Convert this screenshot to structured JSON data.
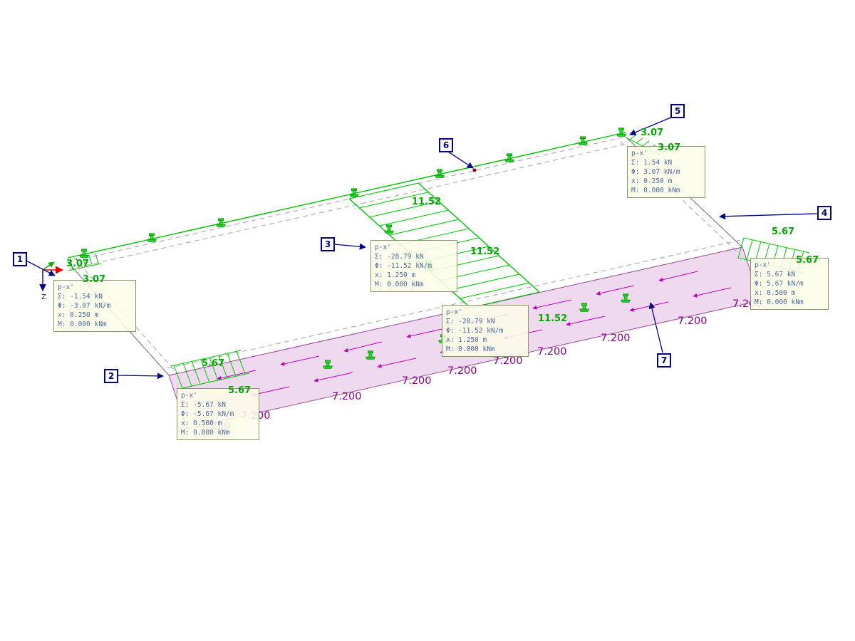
{
  "viewport": {
    "background": "#ffffff"
  },
  "axis": {
    "z_label": "Z"
  },
  "node_labels": [
    {
      "id": "1"
    },
    {
      "id": "2"
    },
    {
      "id": "3"
    },
    {
      "id": "4"
    },
    {
      "id": "5"
    },
    {
      "id": "6"
    },
    {
      "id": "7"
    }
  ],
  "green_load_labels": [
    {
      "text": "3.07"
    },
    {
      "text": "3.07"
    },
    {
      "text": "11.52"
    },
    {
      "text": "11.52"
    },
    {
      "text": "11.52"
    },
    {
      "text": "5.67"
    },
    {
      "text": "5.67"
    },
    {
      "text": "3.07"
    },
    {
      "text": "3.07"
    },
    {
      "text": "5.67"
    },
    {
      "text": "5.67"
    }
  ],
  "purple_load_labels": [
    {
      "text": "7.200"
    },
    {
      "text": "7.200"
    },
    {
      "text": "7.200"
    },
    {
      "text": "7.200"
    },
    {
      "text": "7.200"
    },
    {
      "text": "7.200"
    },
    {
      "text": "7.200"
    },
    {
      "text": "7.200"
    },
    {
      "text": "7.200"
    },
    {
      "text": "7.200"
    }
  ],
  "info_boxes": [
    {
      "line1": "p-x'",
      "line2": "Σ: -1.54 kN",
      "line3": "Φ: -3.07 kN/m",
      "line4": "x: 0.250 m",
      "line5": "M: 0.000 kNm"
    },
    {
      "line1": "p-x'",
      "line2": "Σ: -5.67 kN",
      "line3": "Φ: -5.67 kN/m",
      "line4": "x: 0.500 m",
      "line5": "M: 0.000 kNm"
    },
    {
      "line1": "p-x'",
      "line2": "Σ: -28.79 kN",
      "line3": "Φ: -11.52 kN/m",
      "line4": "x: 1.250 m",
      "line5": "M: 0.000 kNm"
    },
    {
      "line1": "p-x'",
      "line2": "Σ: -28.79 kN",
      "line3": "Φ: -11.52 kN/m",
      "line4": "x: 1.250 m",
      "line5": "M: 0.000 kNm"
    },
    {
      "line1": "p-x'",
      "line2": "Σ: 1.54 kN",
      "line3": "Φ: 3.07 kN/m",
      "line4": "x: 0.250 m",
      "line5": "M: 0.000 kNm"
    },
    {
      "line1": "p-x'",
      "line2": "Σ: 5.67 kN",
      "line3": "Φ: 5.67 kN/m",
      "line4": "x: 0.500 m",
      "line5": "M: 0.000 kNm"
    }
  ],
  "colors": {
    "load_green": "#00AA00",
    "load_purple": "#8B008B",
    "band_fill": "rgba(200,130,200,0.30)",
    "leader_navy": "#00008B",
    "support_green": "#1FD61F"
  }
}
